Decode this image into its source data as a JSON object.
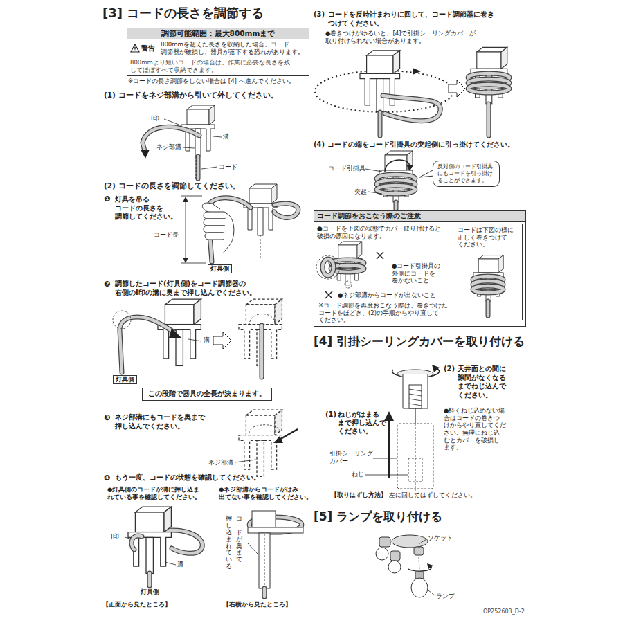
{
  "diagram": {
    "title": "[3] コードの長さを調節する",
    "nodes": [
      {
        "text": [
          "調節可能範囲：最大800mmまで",
          "警告",
          "800mmを超えた長さを収納した場合、コード 調節器が破損し、器具が落下する恐れがあります。",
          "800mmより短いコードの場合は、作業に必要な長さを残 してほぼすべて収納できます。"
        ]
      },
      {
        "text": [
          "灯具側"
        ]
      },
      {
        "text": [
          "灯具側"
        ]
      },
      {
        "text": [
          "この段階で器具の全長が決まります。"
        ]
      },
      {
        "text": [
          "反対側のコード引掛具 にもコードを引っ掛け ることができます。"
        ]
      },
      {
        "text": [
          "コード調節をおこなう際のご注意",
          "●コードを下図の状態でカバー取り付けると、 破損の原因になります。",
          "●コード引掛具の 外側にコードを 巻かないこと",
          "●ネジ部溝からコードが出ないこと",
          "※コード調節を再度おこなう際は、巻きつけた コードをほどき、(2)の手順からやり直して ください。"
        ]
      },
      {
        "text": [
          "コードは下図の様に 正しく巻きつけて ください。"
        ],
        "in": 5
      }
    ],
    "labels": [
      "※コードの長さ調節をしない場合は [4] へ進んでください。",
      "(1) コードをネジ部溝から引いて外してください。",
      "Ⅰ印",
      "溝",
      "ネジ部溝",
      "コード",
      "(2) コードの長さを調節してください。",
      "❶",
      "灯具を吊る コードの長さを 調節してください。",
      "コード長",
      "❷",
      "調節したコード(灯具側)をコード調節器の 右側のⅠ印の溝に奥まで押し込んでください。",
      "溝",
      "❸",
      "ネジ部溝にもコードを奥まで 押し込んでください。",
      "ネジ部溝",
      "❹",
      "もう一度、コードの状態を確認してください。",
      "●灯具側のコードが溝に押し込ま れている事を確認してください。",
      "●ネジ部溝からコードがはみ 出てない事を確認してください。",
      "Ⅰ印",
      "溝",
      "コードが奥まで",
      "押し込まれている",
      "灯具側",
      "【正面から見たところ】",
      "【右横から見たところ】",
      "(3)",
      "コードを反時計まわりに回して、コード調節器に巻き つけてください。",
      "●巻きつけがゆるいと、[4]で引掛シーリングカバーが 取り付けられない場合があります。",
      "(4) コードの端をコード引掛具の突起側に引っ掛けてください。",
      "コード引掛具",
      "突起",
      "[4] 引掛シーリングカバーを取り付ける",
      "(2)",
      "天井面との間に 隙間がなくなる までねじ込んで ください。",
      "●軽くねじ込めない場 合はコードの巻きつ けからやり直してくだ さい。無理にねじ込 むとカバーを破損し ます。",
      "(1)",
      "ねじがはまる まで押し込んで ください。",
      "引掛シーリング カバー",
      "ねじ",
      "【取りはずし方法】",
      "左に回してはずしてください。",
      "[5] ランプを取り付ける",
      "ソケット",
      "ランプ",
      "OP252603_D-2"
    ]
  }
}
